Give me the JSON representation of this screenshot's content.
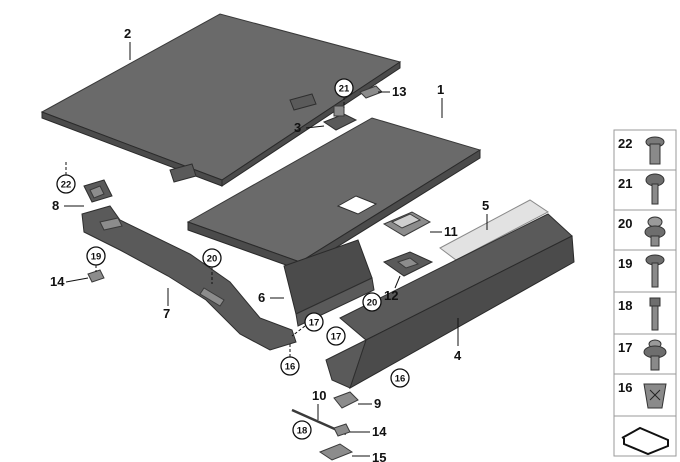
{
  "callouts": {
    "c1": "1",
    "c2": "2",
    "c3": "3",
    "c4": "4",
    "c5": "5",
    "c6": "6",
    "c7": "7",
    "c8": "8",
    "c9": "9",
    "c10": "10",
    "c11": "11",
    "c12": "12",
    "c13": "13",
    "c14a": "14",
    "c14b": "14",
    "c15": "15",
    "circ21": "21",
    "circ22": "22",
    "circ19": "19",
    "circ20a": "20",
    "circ20b": "20",
    "circ17a": "17",
    "circ17b": "17",
    "circ16a": "16",
    "circ16b": "16",
    "circ18": "18"
  },
  "legend": [
    "22",
    "21",
    "20",
    "19",
    "18",
    "17",
    "16"
  ]
}
